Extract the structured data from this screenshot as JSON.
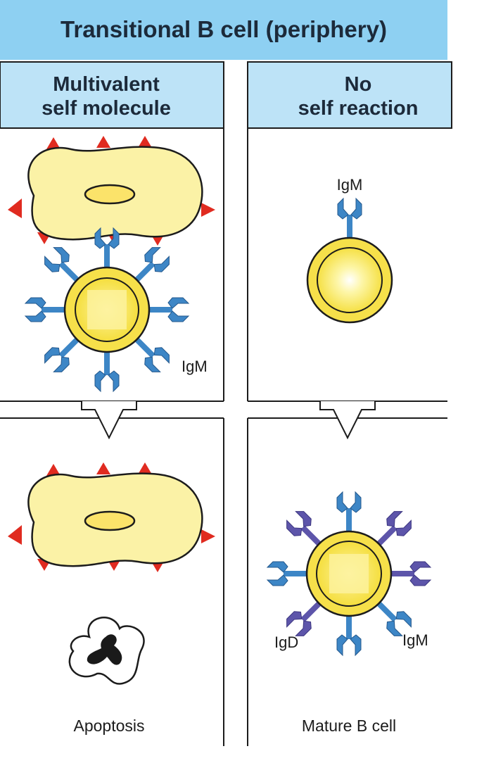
{
  "header": {
    "title": "Transitional B cell (periphery)"
  },
  "columns": [
    {
      "heading_line1": "Multivalent",
      "heading_line2": "self molecule",
      "outcome": "Apoptosis"
    },
    {
      "heading_line1": "No",
      "heading_line2": "self reaction",
      "outcome": "Mature B cell"
    }
  ],
  "labels": {
    "left_top_receptor": "IgM",
    "right_top_receptor": "IgM",
    "right_bottom_igd": "IgD",
    "right_bottom_igm": "IgM"
  },
  "colors": {
    "header_fill": "#8ed0f2",
    "subheader_fill": "#bde3f7",
    "self_cell": "#fbf2a6",
    "self_antigen": "#e02b20",
    "b_cell": "#f6e04a",
    "igm": "#3d86c6",
    "igd": "#5d55aa",
    "apoptotic_core": "#1a1a1a"
  }
}
